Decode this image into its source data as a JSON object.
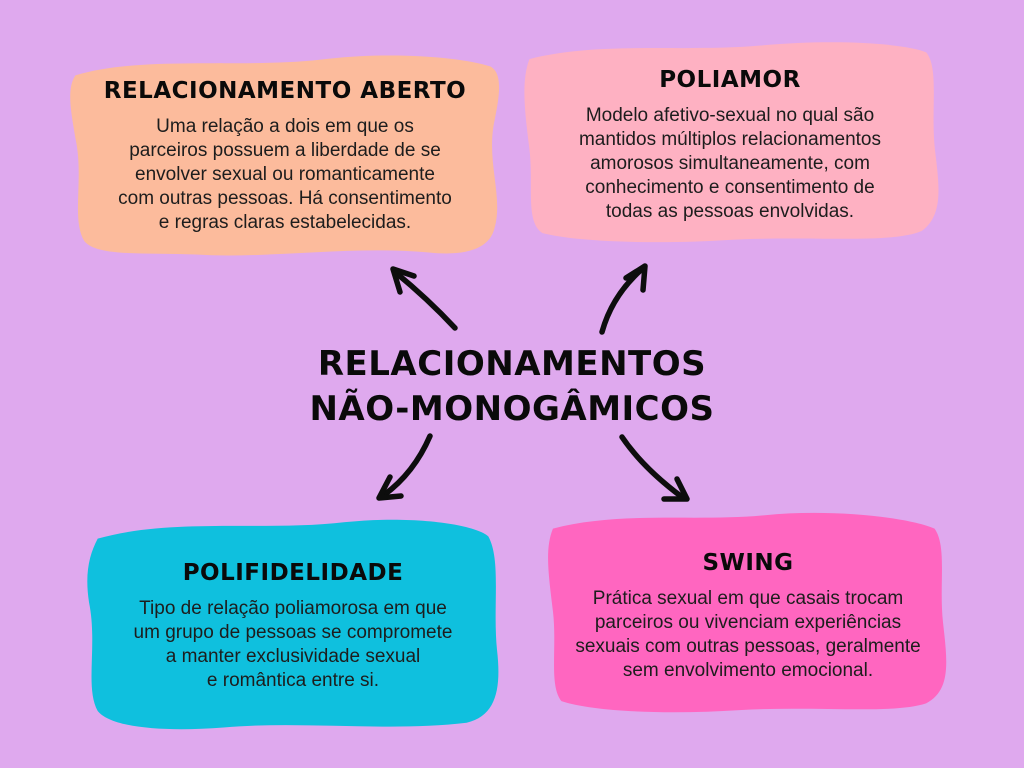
{
  "background_color": "#dfa9ee",
  "arrow_color": "#0d0d0d",
  "center": {
    "title": "RELACIONAMENTOS\nNÃO-MONOGÂMICOS"
  },
  "nodes": [
    {
      "id": "relacionamento-aberto",
      "title": "RELACIONAMENTO ABERTO",
      "description": "Uma relação a dois em que os\nparceiros possuem a liberdade de se\nenvolver sexual ou romanticamente\ncom outras pessoas. Há consentimento\ne regras claras estabelecidas.",
      "color": "#fcbb9c"
    },
    {
      "id": "poliamor",
      "title": "POLIAMOR",
      "description": "Modelo afetivo-sexual no qual são\nmantidos múltiplos relacionamentos\namorosos simultaneamente, com\nconhecimento e consentimento de\ntodas as pessoas envolvidas.",
      "color": "#feb1c2"
    },
    {
      "id": "polifidelidade",
      "title": "POLIFIDELIDADE",
      "description": "Tipo de relação poliamorosa em que\num grupo de pessoas se compromete\na manter exclusividade sexual\ne romântica entre si.",
      "color": "#0fc0de"
    },
    {
      "id": "swing",
      "title": "SWING",
      "description": "Prática sexual em que casais trocam\nparceiros ou vivenciam experiências\nsexuais com outras pessoas, geralmente\nsem envolvimento emocional.",
      "color": "#ff66c0"
    }
  ]
}
